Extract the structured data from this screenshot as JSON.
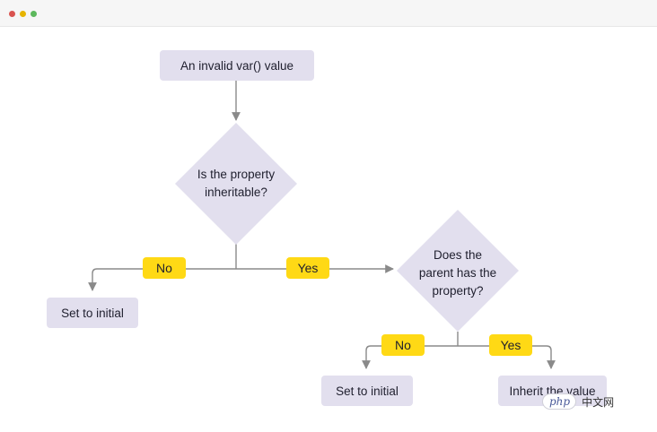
{
  "window": {
    "controls": [
      {
        "name": "close",
        "color": "#d9534f"
      },
      {
        "name": "minimize",
        "color": "#e6b400"
      },
      {
        "name": "maximize",
        "color": "#5cb85c"
      }
    ]
  },
  "colors": {
    "node_fill": "#e2dfee",
    "badge_fill": "#ffd915",
    "connector": "#8a8a8a"
  },
  "diagram": {
    "start": {
      "label": "An invalid var() value"
    },
    "decision_inheritable": {
      "lines": [
        "Is the property",
        "inheritable?"
      ]
    },
    "decision_parent": {
      "lines": [
        "Does the",
        "parent has the",
        "property?"
      ]
    },
    "outcome_initial_1": {
      "label": "Set to initial"
    },
    "outcome_initial_2": {
      "label": "Set to initial"
    },
    "outcome_inherit": {
      "label": "Inherit the value"
    },
    "edges": {
      "no_1": "No",
      "yes_1": "Yes",
      "no_2": "No",
      "yes_2": "Yes"
    }
  },
  "watermark": {
    "brand": "php",
    "site": "中文网"
  }
}
